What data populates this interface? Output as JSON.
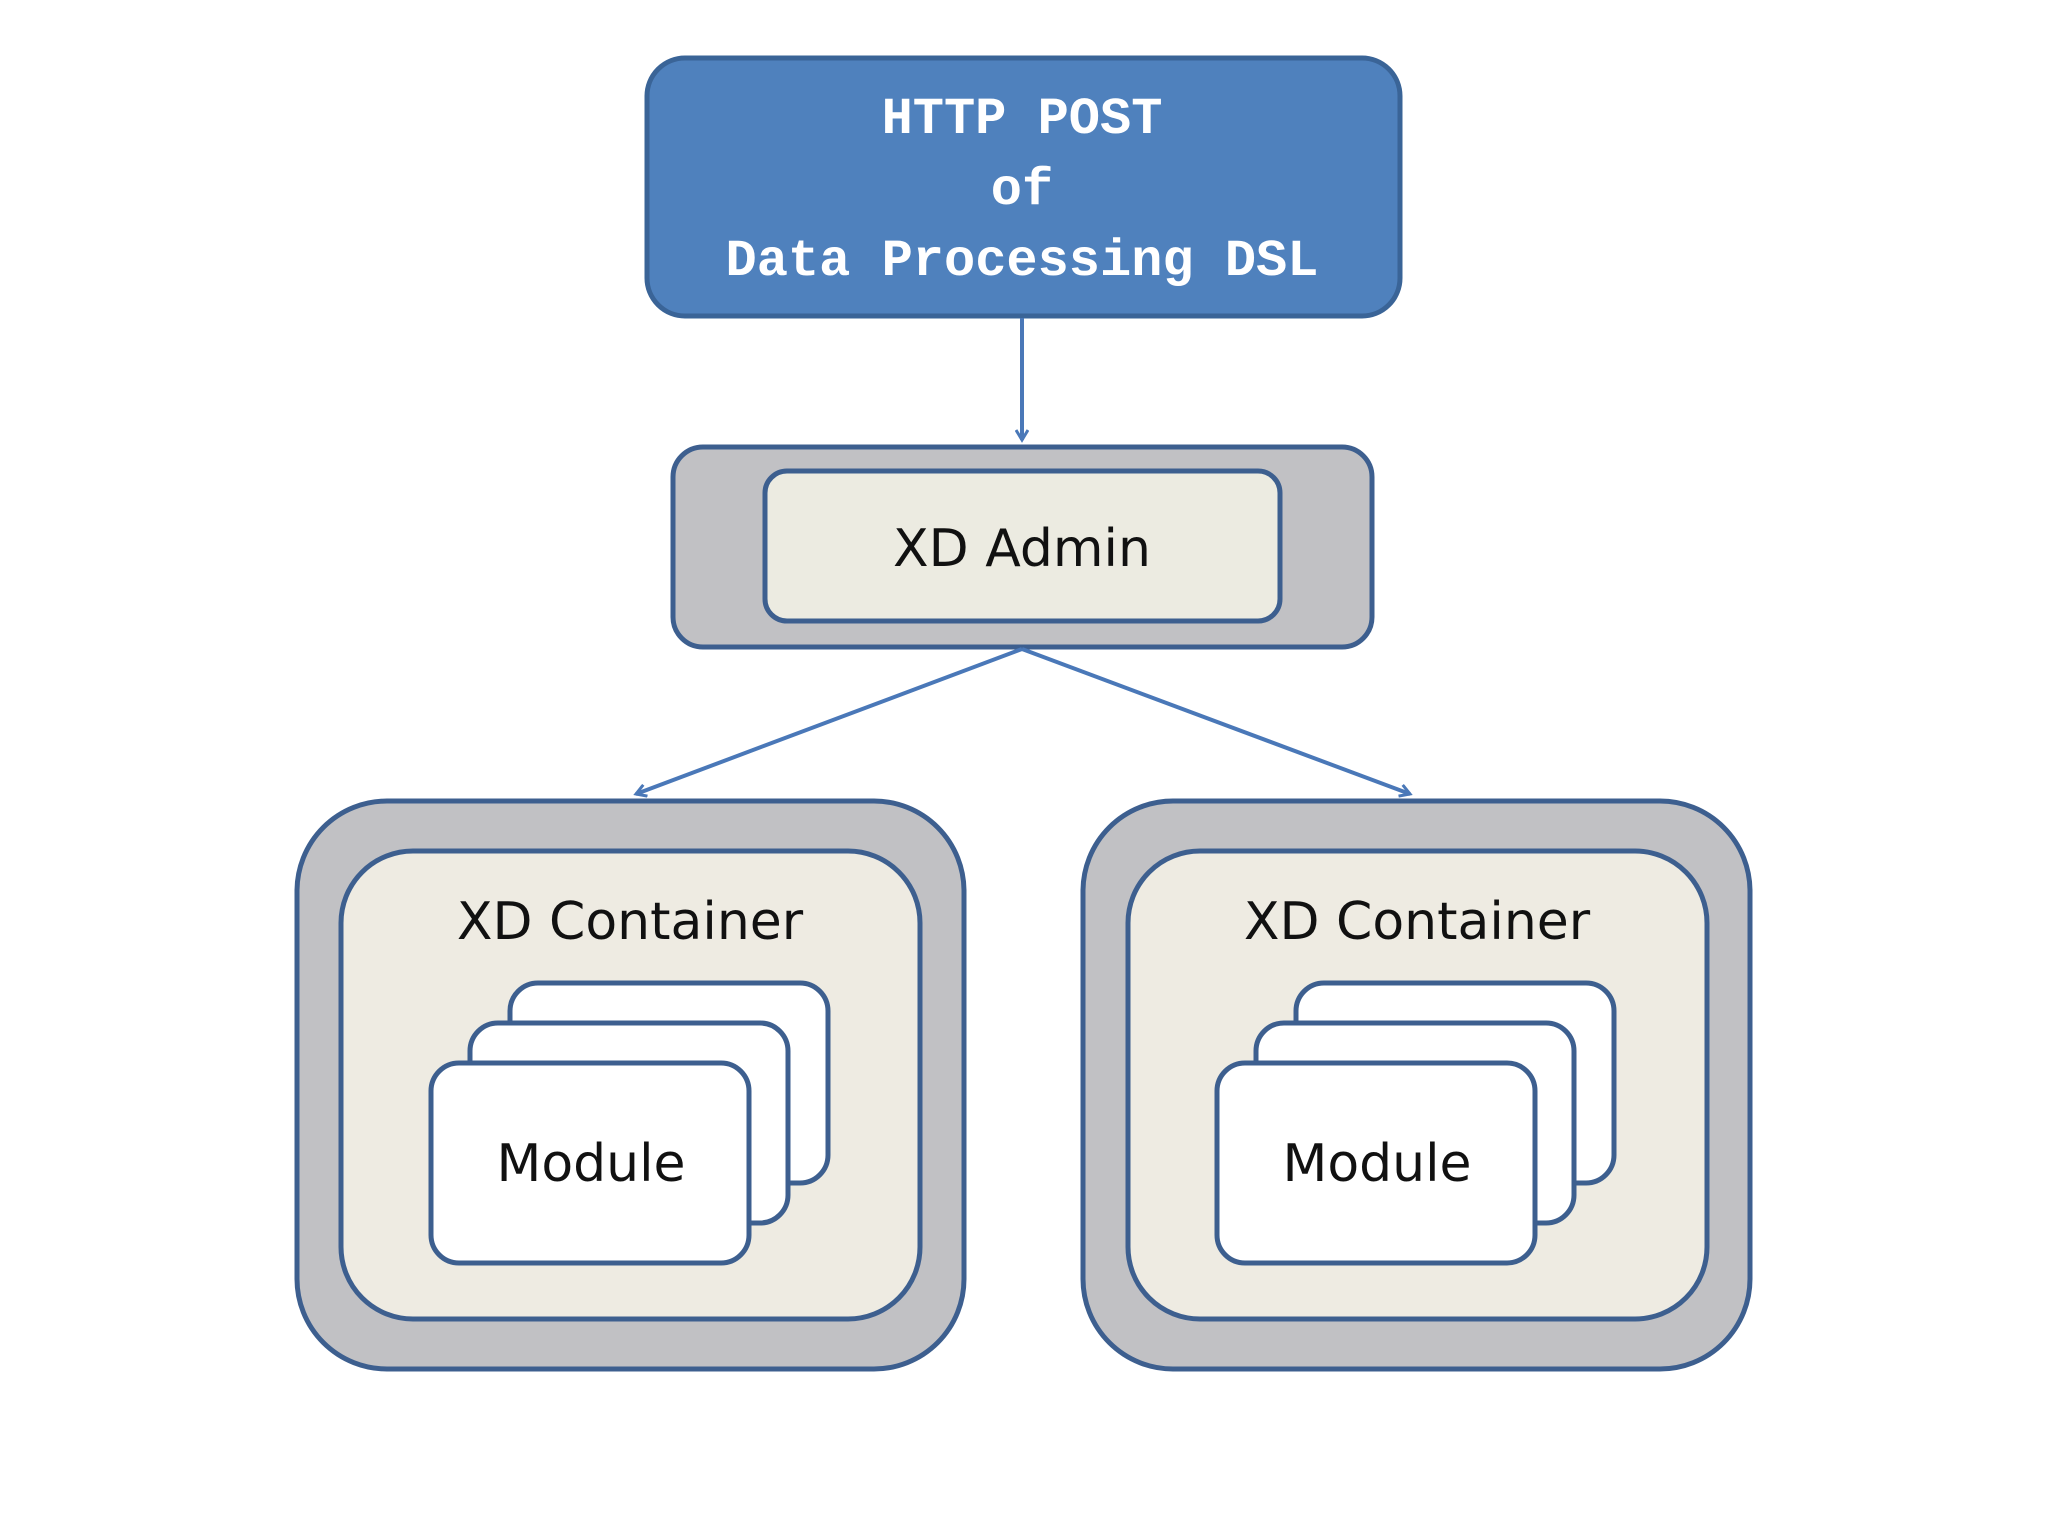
{
  "http_post": {
    "line1": "HTTP POST",
    "line2": "of",
    "line3": "Data Processing DSL"
  },
  "admin": {
    "label": "XD Admin"
  },
  "containers": [
    {
      "label": "XD Container",
      "module_label": "Module"
    },
    {
      "label": "XD Container",
      "module_label": "Module"
    }
  ],
  "colors": {
    "post_fill": "#4f81bd",
    "post_stroke": "#3a6497",
    "outer_fill": "#c1c1c4",
    "inner_fill": "#eeebe2",
    "admin_inner_fill": "#ecebe1",
    "module_fill": "#ffffff",
    "stroke": "#3d5f8f",
    "arrow": "#4a78b8"
  }
}
